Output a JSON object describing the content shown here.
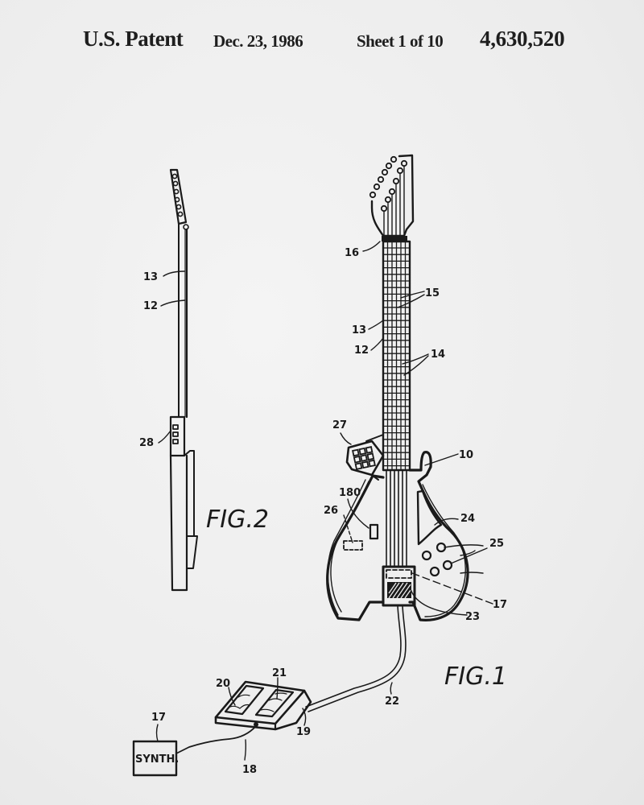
{
  "header": {
    "title": "U.S. Patent",
    "date": "Dec. 23, 1986",
    "sheet": "Sheet 1 of 10",
    "patent_number": "4,630,520"
  },
  "figures": {
    "fig1_label": "FIG.1",
    "fig2_label": "FIG.2"
  },
  "fig2_refs": {
    "r13": "13",
    "r12": "12",
    "r28": "28"
  },
  "fig1_refs": {
    "r16": "16",
    "r15": "15",
    "r13": "13",
    "r12": "12",
    "r14": "14",
    "r27": "27",
    "r10": "10",
    "r180": "180",
    "r26": "26",
    "r24": "24",
    "r25": "25",
    "r17a": "17",
    "r23": "23",
    "r22": "22",
    "r21": "21",
    "r20": "20",
    "r19": "19",
    "r17b": "17",
    "r18": "18"
  },
  "synth_box": {
    "label": "SYNTH."
  }
}
